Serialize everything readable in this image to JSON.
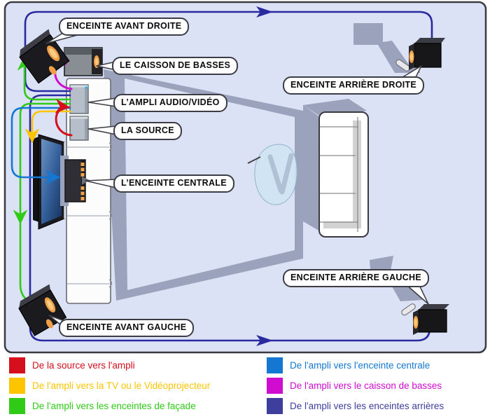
{
  "diagram": {
    "labels": {
      "front_right": "ENCEINTE AVANT DROITE",
      "subwoofer": "LE CAISSON DE BASSES",
      "amplifier": "L’AMPLI AUDIO/VIDÉO",
      "source": "LA SOURCE",
      "center": "L’ENCEINTE CENTRALE",
      "rear_right": "ENCEINTE ARRIÈRE DROITE",
      "rear_left": "ENCEINTE ARRIÈRE GAUCHE",
      "front_left": "ENCEINTE AVANT GAUCHE"
    },
    "wire_colors": {
      "source_to_amp": "#d50f1c",
      "amp_to_tv": "#fdc500",
      "amp_to_front": "#2fcb17",
      "amp_to_center": "#1478d2",
      "amp_to_sub": "#cf0ccf",
      "amp_to_rear": "#2a2aa0"
    },
    "room_fill": "#dce2f5",
    "shadow_color": "#9aa2bc"
  },
  "legend": {
    "items": [
      {
        "color": "#d50f1c",
        "label": "De la source vers l'ampli"
      },
      {
        "color": "#fdc500",
        "label": "De l'ampli vers la TV ou le Vidéoprojecteur"
      },
      {
        "color": "#2fcb17",
        "label": "De l'ampli vers les enceintes de façade"
      },
      {
        "color": "#1478d2",
        "label": "De l'ampli vers l'enceinte centrale"
      },
      {
        "color": "#cf0ccf",
        "label": "De l'ampli vers le caisson de basses"
      },
      {
        "color": "#3e3e9c",
        "label": "De l'ampli vers les enceintes arrières"
      }
    ]
  }
}
